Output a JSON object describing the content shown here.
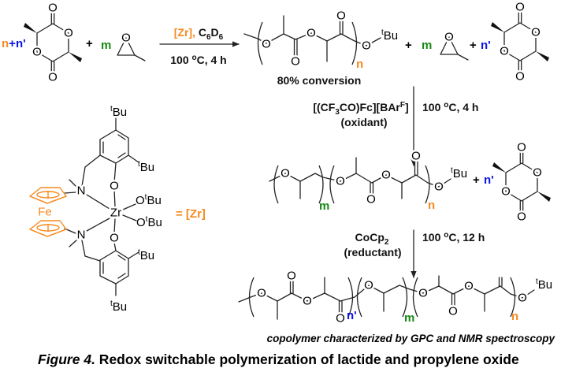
{
  "labels": {
    "O": "O",
    "N": "N",
    "Zr": "Zr",
    "Fe": "Fe",
    "t": "t",
    "Bu": "Bu",
    "plus": "+"
  },
  "colors": {
    "catalyst": "#f7891f",
    "n_index": "#f7891f",
    "nprime_index": "#0a14e6",
    "m_index": "#168a16",
    "oxidant": "#168a16",
    "reductant": "#0a14e6"
  },
  "reactants": {
    "n": "n",
    "plus_between": "+",
    "nprime": "n'",
    "m": "m"
  },
  "step1": {
    "catalyst": "[Zr],",
    "solvent_C": " C",
    "solvent_sub1": "6",
    "solvent_D": "D",
    "solvent_sub2": "6",
    "temp_num": "100 ",
    "temp_sup": "o",
    "temp_rest": "C, 4 h"
  },
  "product1": {
    "n": "n",
    "conversion": "80% conversion",
    "m": "m",
    "nprime": "n'"
  },
  "step2": {
    "ox_a": "[(CF",
    "ox_sub": "3",
    "ox_b": "CO)Fc][BAr",
    "ox_sup": "F",
    "ox_c": "]",
    "oxidant_label": "(oxidant)",
    "temp_num": "100 ",
    "temp_sup": "o",
    "temp_rest": "C, 4 h"
  },
  "product2": {
    "m": "m",
    "n": "n",
    "nprime": "n'"
  },
  "step3": {
    "red_a": "CoCp",
    "red_sub": "2",
    "reductant_label": "(reductant)",
    "temp_num": "100 ",
    "temp_sup": "o",
    "temp_rest": "C, 12 h"
  },
  "product3": {
    "nprime": "n'",
    "m": "m",
    "n": "n"
  },
  "catalyst": {
    "equals": "= [Zr]"
  },
  "caption": "copolymer characterized by GPC and NMR spectroscopy",
  "figure": {
    "label": "Figure 4.",
    "title": " Redox switchable polymerization of lactide and propylene oxide"
  }
}
